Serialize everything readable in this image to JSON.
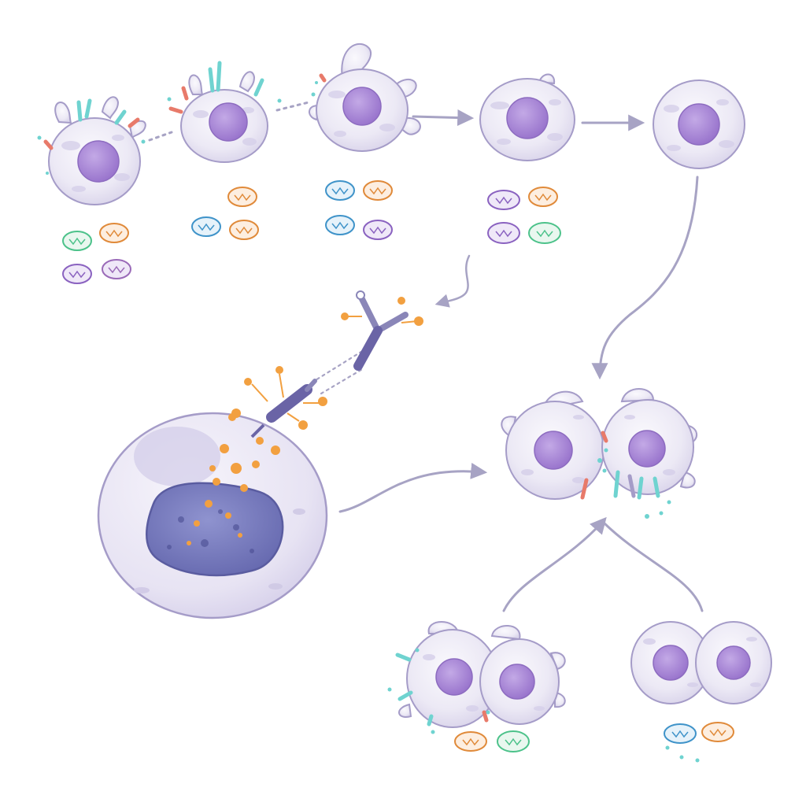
{
  "diagram": {
    "background": "#ffffff",
    "palette": {
      "cell_fill": "#ece9f5",
      "cell_stroke": "#a59cc8",
      "nucleus_fill": "#a888d4",
      "nucleus_stroke": "#8d6cc0",
      "arrow": "#a7a3c4",
      "large_nucleus": "#7376b8",
      "antibody": "#6a64a6",
      "particle_orange": "#f2a040",
      "receptor_cyan": "#6fd3d0",
      "receptor_red": "#e87a6a",
      "badge_green": "#4cc28a",
      "badge_orange": "#e08a3a",
      "badge_purple": "#8a62c0",
      "badge_blue": "#3f93c9"
    },
    "top_row_cells": [
      {
        "id": "cell-1",
        "icon": "spiky-cell-icon",
        "receptors": true,
        "badges": [
          "#4cc28a",
          "#e08a3a",
          "#8a62c0",
          "#9a6ab8"
        ]
      },
      {
        "id": "cell-2",
        "icon": "spiky-cell-icon",
        "receptors": true,
        "badges": [
          "#e08a3a",
          "#3f93c9",
          "#e08a3a"
        ]
      },
      {
        "id": "cell-3",
        "icon": "spiky-cell-icon",
        "receptors": false,
        "badges": [
          "#3f93c9",
          "#e08a3a",
          "#3f93c9",
          "#8a62c0"
        ]
      },
      {
        "id": "cell-4",
        "icon": "round-cell-icon",
        "receptors": false,
        "badges": [
          "#8a62c0",
          "#e08a3a",
          "#8a62c0",
          "#4cc28a"
        ]
      },
      {
        "id": "cell-5",
        "icon": "round-cell-icon",
        "receptors": false,
        "badges": []
      }
    ],
    "large_cell": {
      "icon": "large-cell-with-nucleus-icon"
    },
    "antibody": {
      "icon": "antibody-icon"
    },
    "right_cluster": {
      "icon": "interacting-cells-icon"
    },
    "bottom_left_pair": {
      "icon": "spiky-cell-pair-icon",
      "badges": [
        "#e08a3a",
        "#4cc28a"
      ]
    },
    "bottom_right_pair": {
      "icon": "round-cell-pair-icon",
      "badges": [
        "#3f93c9",
        "#e08a3a"
      ]
    }
  }
}
